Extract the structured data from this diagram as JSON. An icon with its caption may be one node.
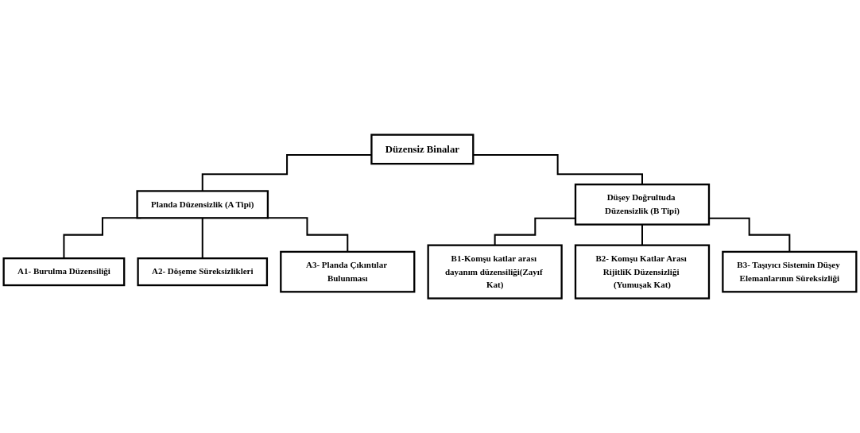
{
  "diagram": {
    "nodes": [
      {
        "text": [
          "Düzensiz Binalar"
        ]
      },
      {
        "text": [
          "Planda Düzensizlik (A Tipi)"
        ]
      },
      {
        "text": [
          "Düşey Doğrultuda Düzensizlik (B Tipi)"
        ]
      },
      {
        "text": [
          "A1- Burulma Düzensiliği"
        ]
      },
      {
        "text": [
          "A2- Döşeme Süreksizlikleri"
        ]
      },
      {
        "text": [
          "A3- Planda Çıkıntılar Bulunması"
        ]
      },
      {
        "text": [
          "B1-Komşu katlar arası dayanım düzensiliği(Zayıf Kat)"
        ]
      },
      {
        "text": [
          "B2- Komşu Katlar Arası RijitliK Düzensizliği (Yumuşak Kat)"
        ]
      },
      {
        "text": [
          "B3- Taşıyıcı Sistemin Düşey Elemanlarının Süreksizliği"
        ]
      }
    ],
    "edges": [
      {
        "from": 0,
        "to": 1,
        "arrow": "none"
      },
      {
        "from": 0,
        "to": 2,
        "arrow": "none"
      },
      {
        "from": 1,
        "to": 3,
        "arrow": "none"
      },
      {
        "from": 1,
        "to": 4,
        "arrow": "none"
      },
      {
        "from": 1,
        "to": 5,
        "arrow": "none"
      },
      {
        "from": 2,
        "to": 6,
        "arrow": "none"
      },
      {
        "from": 2,
        "to": 7,
        "arrow": "none"
      },
      {
        "from": 2,
        "to": 8,
        "arrow": "none"
      }
    ]
  }
}
